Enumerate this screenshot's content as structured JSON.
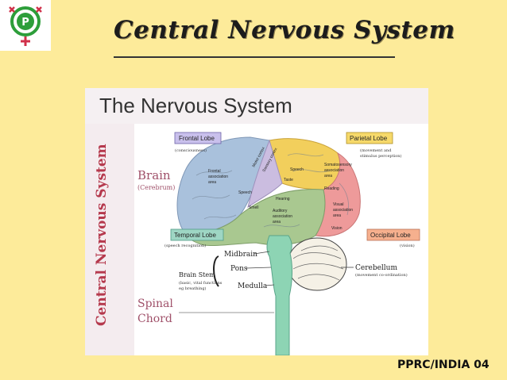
{
  "slide": {
    "title": "Central Nervous System",
    "footer": "PPRC/INDIA 04",
    "background_color": "#fdeb9a"
  },
  "logo": {
    "icon": "pprc-logo-icon"
  },
  "figure": {
    "heading": "The Nervous System",
    "side_label": "Central Nervous System",
    "brain": "Brain",
    "cerebrum": "(Cerebrum)",
    "spinal": "Spinal",
    "chord": "Chord",
    "frontal_lobe": "Frontal Lobe",
    "frontal_note": "(consciousness)",
    "parietal_lobe": "Parietal Lobe",
    "parietal_note1": "(movement and",
    "parietal_note2": "stimulus perception)",
    "temporal_lobe": "Temporal Lobe",
    "temporal_note": "(speech recognition)",
    "occipital_lobe": "Occipital Lobe",
    "occipital_note": "(vision)",
    "midbrain": "Midbrain",
    "pons": "Pons",
    "medulla": "Medulla",
    "brain_stem": "Brain Stem",
    "brain_stem_note1": "(basic, vital functions",
    "brain_stem_note2": "eg breathing)",
    "cerebellum": "Cerebellum",
    "cerebellum_note": "(movement co-ordination)",
    "area_frontal1": "Frontal",
    "area_frontal2": "association",
    "area_frontal3": "area",
    "area_motor": "Motor cortex",
    "area_sensory": "Sensory cortex",
    "area_speech_upper": "Speech",
    "area_taste": "Taste",
    "area_soma1": "Somatosensory",
    "area_soma2": "association",
    "area_soma3": "area",
    "area_reading": "Reading",
    "area_speech_lower": "Speech",
    "area_hearing": "Hearing",
    "area_smell": "Smell",
    "area_aud1": "Auditory",
    "area_aud2": "association",
    "area_aud3": "area",
    "area_vis1": "Visual",
    "area_vis2": "association",
    "area_vis3": "area",
    "area_vision": "Vision"
  },
  "colors": {
    "frontal": "#a9c1dc",
    "parietal": "#f2cf5c",
    "temporal": "#a9c890",
    "occipital": "#ee9a9a",
    "stem": "#8dd4b4",
    "label_box_frontal": "#c9c0ec",
    "label_box_parietal": "#f6d96a",
    "label_box_temporal": "#9ed6c4",
    "label_box_occipital": "#f6b08e",
    "cns_text": "#b5394d",
    "region_text": "#a0516a"
  }
}
